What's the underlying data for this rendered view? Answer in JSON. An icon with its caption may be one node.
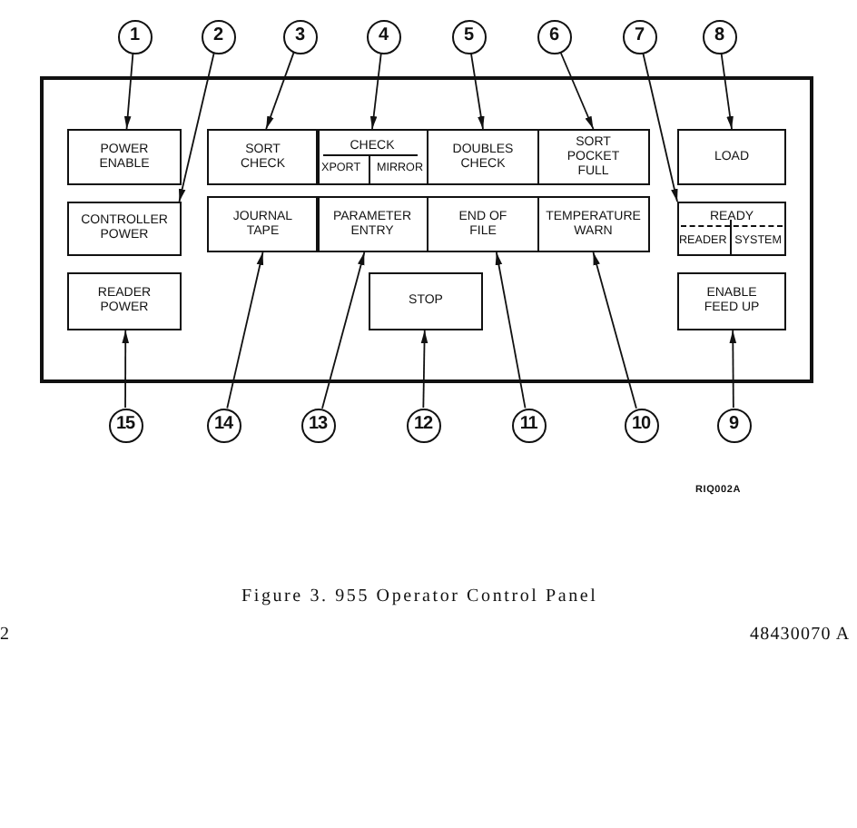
{
  "diagram": {
    "caption": "Figure 3. 955 Operator Control Panel",
    "nodes": [
      {
        "text": [
          "1"
        ]
      },
      {
        "text": [
          "2"
        ]
      },
      {
        "text": [
          "3"
        ]
      },
      {
        "text": [
          "4"
        ]
      },
      {
        "text": [
          "5"
        ]
      },
      {
        "text": [
          "6"
        ]
      },
      {
        "text": [
          "7"
        ]
      },
      {
        "text": [
          "8"
        ]
      },
      {
        "text": [],
        "shape": "box"
      },
      {
        "text": [
          "POWER ENABLE"
        ],
        "in": 8
      },
      {
        "text": [
          "SORT CHECK"
        ],
        "in": 8
      },
      {
        "text": [
          "CHECK",
          "XPORT",
          "MIRROR"
        ],
        "in": 8
      },
      {
        "text": [
          "DOUBLES CHECK"
        ],
        "in": 8
      },
      {
        "text": [
          "SORT POCKET FULL"
        ],
        "in": 8
      },
      {
        "text": [
          "LOAD"
        ],
        "in": 8
      },
      {
        "text": [
          "CONTROLLER POWER"
        ],
        "in": 8
      },
      {
        "text": [
          "JOURNAL TAPE"
        ],
        "in": 8
      },
      {
        "text": [
          "PARAMETER ENTRY"
        ],
        "in": 8
      },
      {
        "text": [
          "END OF FILE"
        ],
        "in": 8
      },
      {
        "text": [
          "TEMPERATURE WARN"
        ],
        "in": 8
      },
      {
        "text": [
          "READY",
          "READER",
          "SYSTEM"
        ],
        "in": 8
      },
      {
        "text": [
          "READER POWER"
        ],
        "in": 8
      },
      {
        "text": [
          "STOP"
        ],
        "in": 8
      },
      {
        "text": [
          "ENABLE FEED UP"
        ],
        "in": 8
      },
      {
        "text": [
          "15"
        ]
      },
      {
        "text": [
          "14"
        ]
      },
      {
        "text": [
          "13"
        ]
      },
      {
        "text": [
          "12"
        ]
      },
      {
        "text": [
          "11"
        ]
      },
      {
        "text": [
          "10"
        ]
      },
      {
        "text": [
          "9"
        ]
      }
    ],
    "edges": [
      {
        "from": 0,
        "to": 9,
        "arrow": "to"
      },
      {
        "from": 1,
        "to": 15,
        "arrow": "to"
      },
      {
        "from": 2,
        "to": 10,
        "arrow": "to"
      },
      {
        "from": 3,
        "to": 11,
        "arrow": "to"
      },
      {
        "from": 4,
        "to": 12,
        "arrow": "to"
      },
      {
        "from": 5,
        "to": 13,
        "arrow": "to"
      },
      {
        "from": 6,
        "to": 20,
        "arrow": "to"
      },
      {
        "from": 7,
        "to": 14,
        "arrow": "to"
      },
      {
        "from": 24,
        "to": 21,
        "arrow": "to"
      },
      {
        "from": 25,
        "to": 16,
        "arrow": "to"
      },
      {
        "from": 26,
        "to": 17,
        "arrow": "to"
      },
      {
        "from": 27,
        "to": 22,
        "arrow": "to"
      },
      {
        "from": 28,
        "to": 18,
        "arrow": "to"
      },
      {
        "from": 29,
        "to": 19,
        "arrow": "to"
      },
      {
        "from": 30,
        "to": 23,
        "arrow": "to"
      }
    ],
    "labels": [
      "RIQ002A",
      "2",
      "48430070 A"
    ]
  }
}
